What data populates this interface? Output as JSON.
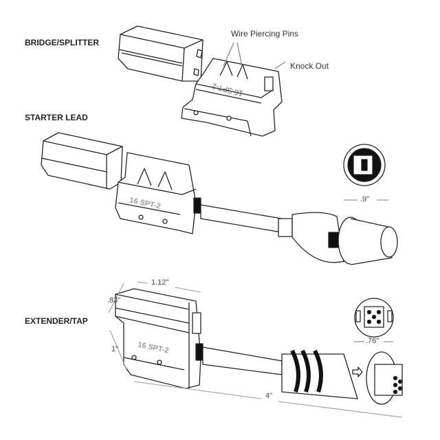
{
  "sections": {
    "bridge": "BRIDGE/SPLITTER",
    "starter": "STARTER LEAD",
    "extender": "EXTENDER/TAP"
  },
  "callouts": {
    "pins": "Wire Piercing Pins",
    "knockout": "Knock Out"
  },
  "part_marking": "16 SPT-2",
  "dimensions": {
    "starter_diameter": ".9\"",
    "width": "1.12\"",
    "depth": ".83\"",
    "height": "1\"",
    "length": "4\"",
    "extender_diameter": ".76\""
  }
}
